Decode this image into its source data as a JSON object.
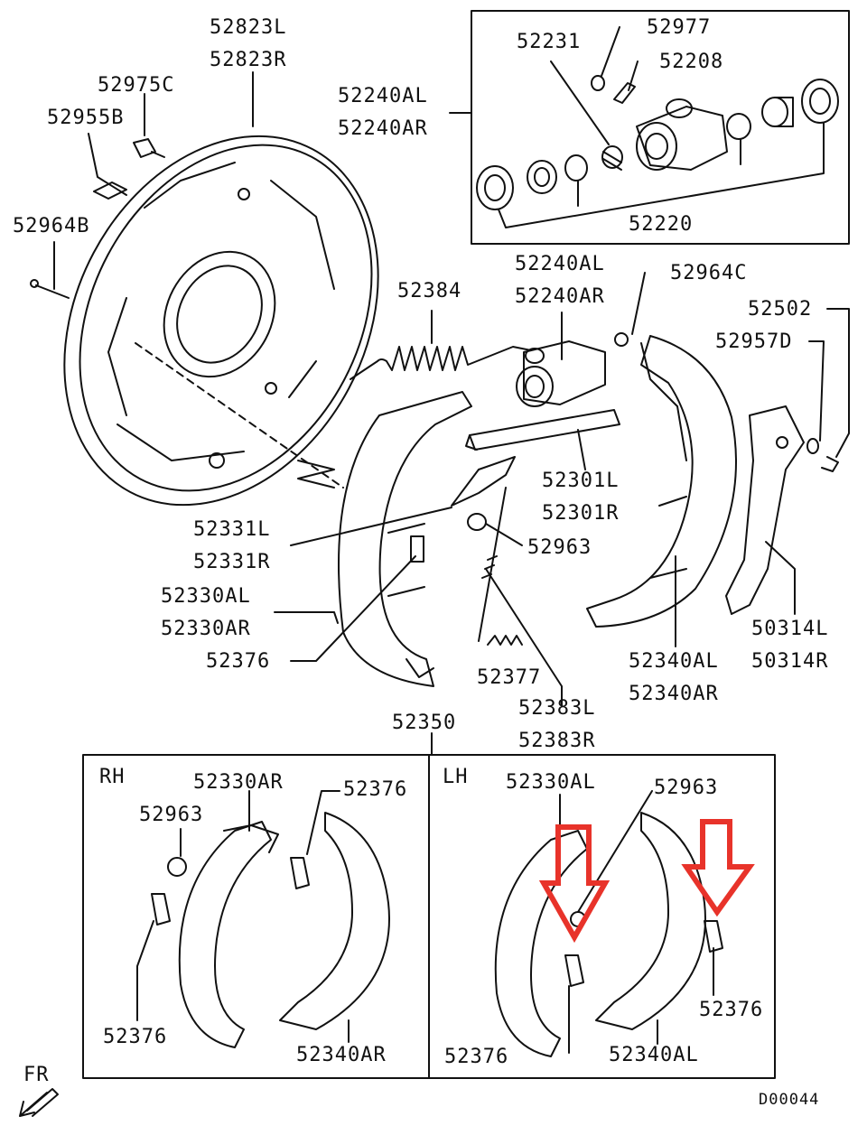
{
  "colors": {
    "line": "#111111",
    "highlight": "#e8332a",
    "background": "#ffffff"
  },
  "labels": {
    "p52823L": "52823L",
    "p52823R": "52823R",
    "p52975C": "52975C",
    "p52955B": "52955B",
    "p52964B": "52964B",
    "p52240AL_top": "52240AL",
    "p52240AR_top": "52240AR",
    "p52231": "52231",
    "p52977": "52977",
    "p52208": "52208",
    "p52220": "52220",
    "p52240AL_mid": "52240AL",
    "p52240AR_mid": "52240AR",
    "p52384": "52384",
    "p52964C": "52964C",
    "p52502": "52502",
    "p52957D": "52957D",
    "p52301L": "52301L",
    "p52301R": "52301R",
    "p52963": "52963",
    "p52331L": "52331L",
    "p52331R": "52331R",
    "p52330AL": "52330AL",
    "p52330AR": "52330AR",
    "p52376": "52376",
    "p52377": "52377",
    "p52383L": "52383L",
    "p52383R": "52383R",
    "p52340AL": "52340AL",
    "p52340AR": "52340AR",
    "p50314L": "50314L",
    "p50314R": "50314R",
    "p52350": "52350",
    "rh": "RH",
    "lh": "LH",
    "rh_52330AR": "52330AR",
    "rh_52963": "52963",
    "rh_52376_top": "52376",
    "rh_52376_bottom": "52376",
    "rh_52340AR": "52340AR",
    "lh_52330AL": "52330AL",
    "lh_52963": "52963",
    "lh_52376_right": "52376",
    "lh_52376_bottom": "52376",
    "lh_52340AL": "52340AL",
    "fr": "FR",
    "code": "D00044"
  }
}
